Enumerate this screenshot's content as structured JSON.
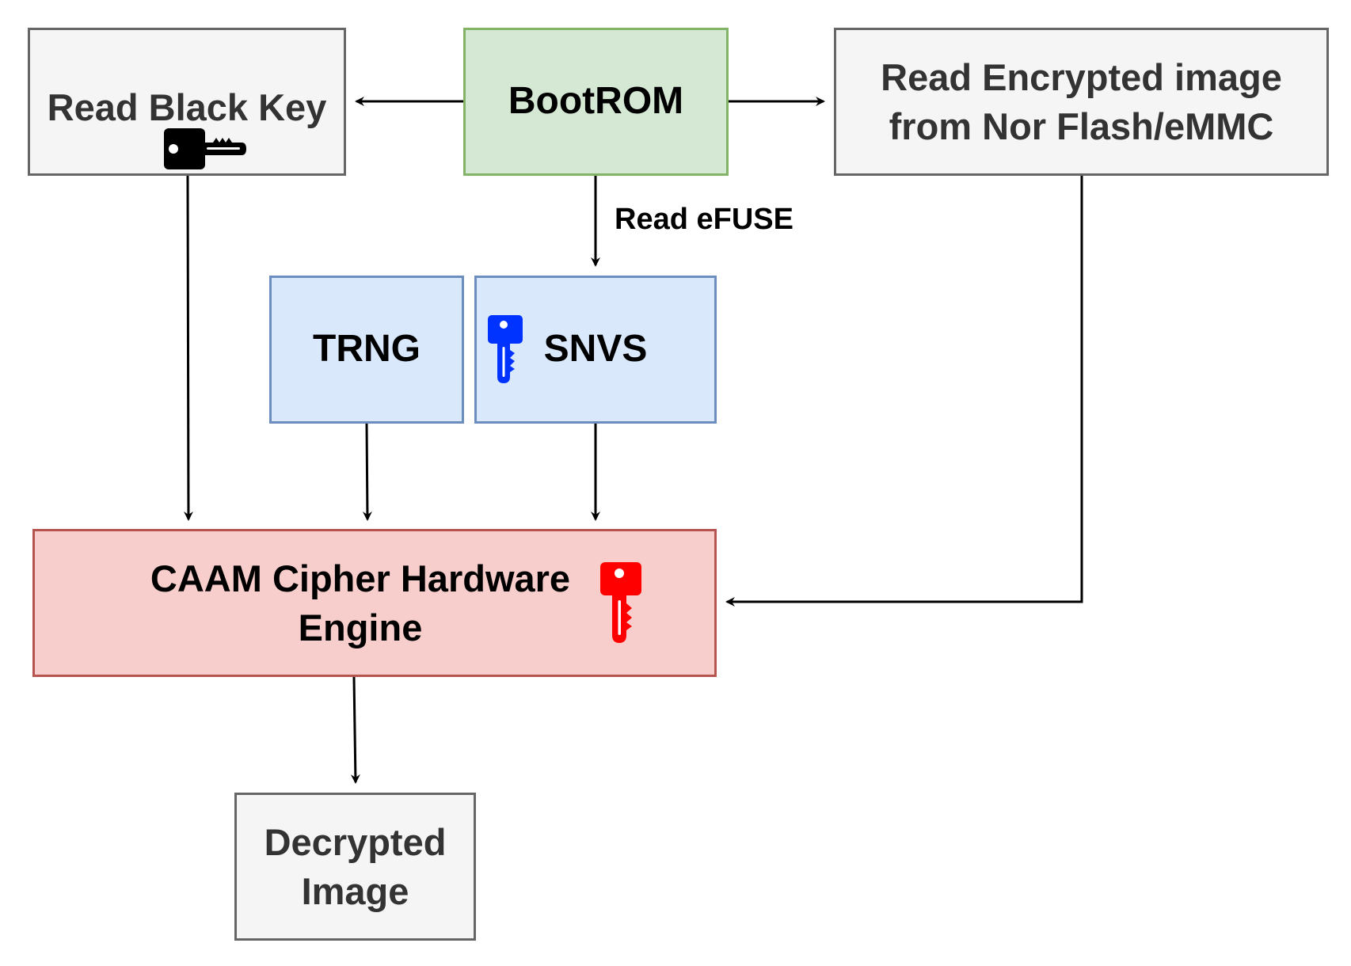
{
  "nodes": {
    "read_black_key": {
      "label": "Read Black Key"
    },
    "bootrom": {
      "label": "BootROM"
    },
    "read_encrypted": {
      "label_line1": "Read Encrypted image",
      "label_line2": "from Nor Flash/eMMC"
    },
    "trng": {
      "label": "TRNG"
    },
    "snvs": {
      "label": "SNVS"
    },
    "caam": {
      "label_line1": "CAAM Cipher Hardware",
      "label_line2": "Engine"
    },
    "decrypted": {
      "label_line1": "Decrypted",
      "label_line2": "Image"
    }
  },
  "edges": {
    "bootrom_to_snvs": {
      "label": "Read eFUSE"
    }
  },
  "icons": {
    "black_key": "key-icon",
    "snvs_key": "key-icon",
    "caam_key": "key-icon"
  },
  "colors": {
    "gray_fill": "#f5f5f5",
    "gray_stroke": "#666666",
    "green_fill": "#d5e8d4",
    "green_stroke": "#82b366",
    "blue_fill": "#dae8fc",
    "blue_stroke": "#6c8ebf",
    "red_fill": "#f8cecc",
    "red_stroke": "#b85450",
    "black_key": "#000000",
    "blue_key": "#0033ff",
    "red_key": "#ff0000"
  }
}
